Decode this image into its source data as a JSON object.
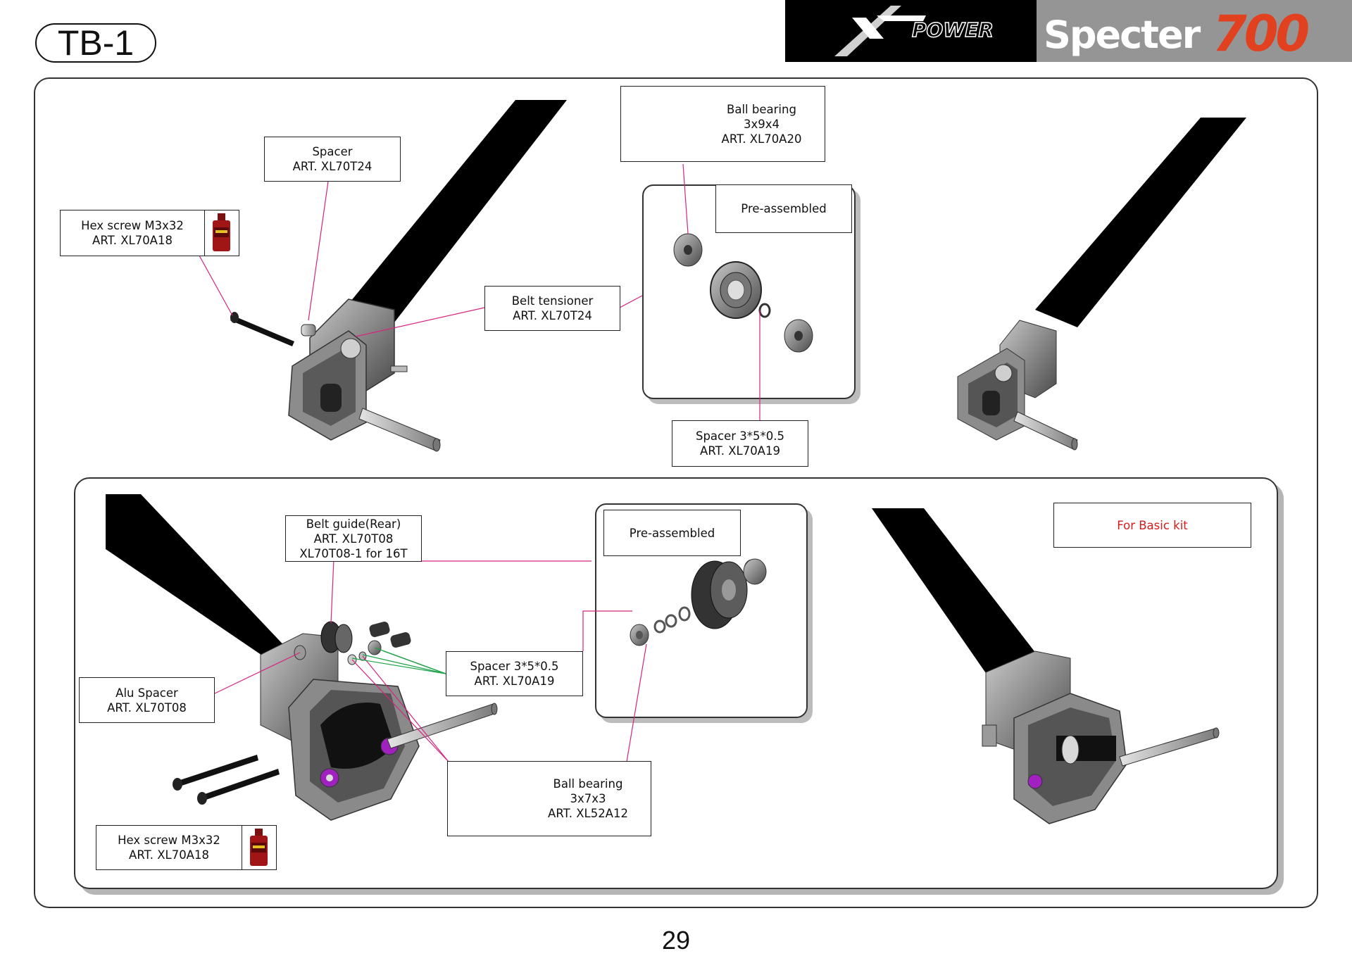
{
  "page": {
    "tag": "TB-1",
    "page_number": "29",
    "brand_left": "XPOWER",
    "brand_right": "Specter700"
  },
  "labels": {
    "spacer": [
      "Spacer",
      "ART. XL70T24"
    ],
    "hex_screw_top": [
      "Hex screw M3x32",
      "ART. XL70A18"
    ],
    "ball_bearing_top": [
      "Ball bearing",
      "3x9x4",
      "ART. XL70A20"
    ],
    "pre_assembled_top": [
      "Pre-assembled"
    ],
    "belt_tensioner": [
      "Belt tensioner",
      "ART. XL70T24"
    ],
    "spacer_top": [
      "Spacer 3*5*0.5",
      "ART. XL70A19"
    ],
    "belt_guide": [
      "Belt guide(Rear)",
      "ART. XL70T08",
      "XL70T08-1 for 16T"
    ],
    "pre_assembled_bottom": [
      "Pre-assembled"
    ],
    "for_basic_kit": [
      "For Basic kit"
    ],
    "spacer_bottom": [
      "Spacer 3*5*0.5",
      "ART. XL70A19"
    ],
    "alu_spacer": [
      "Alu Spacer",
      "ART. XL70T08"
    ],
    "ball_bearing_bottom": [
      "Ball bearing",
      "3x7x3",
      "ART. XL52A12"
    ],
    "hex_screw_bottom": [
      "Hex screw M3x32",
      "ART. XL70A18"
    ]
  },
  "colors": {
    "leader_magenta": "#d6247f",
    "leader_green": "#1ea34a",
    "basic_kit_red": "#d51b1b",
    "bearing_accent": "#a020c0"
  }
}
